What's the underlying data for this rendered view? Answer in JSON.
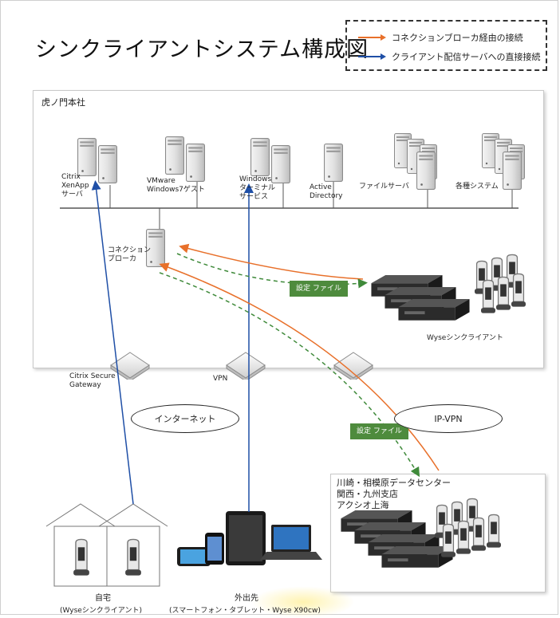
{
  "title": "シンクライアントシステム構成図",
  "legend": {
    "items": [
      {
        "label": "コネクションブローカ経由の接続",
        "color": "#e8702a"
      },
      {
        "label": "クライアント配信サーバへの直接接続",
        "color": "#1f4fa6"
      }
    ]
  },
  "hq": {
    "label": "虎ノ門本社",
    "servers": [
      {
        "label": "Citrix\nXenApp\nサーバ"
      },
      {
        "label": "VMware\nWindows7ゲスト"
      },
      {
        "label": "Windows\nターミナル\nサービス"
      },
      {
        "label": "Active\nDirectory"
      },
      {
        "label": "ファイルサーバ"
      },
      {
        "label": "各種システム"
      }
    ],
    "broker_label": "コネクション\nブローカ",
    "thin_client_label": "Wyseシンクライアント",
    "settings_badge": "設定\nファイル"
  },
  "gateways": [
    {
      "label": "Citrix Secure\nGateway"
    },
    {
      "label": "VPN"
    }
  ],
  "networks": {
    "internet": "インターネット",
    "ipvpn": "IP-VPN"
  },
  "settings_badge2": "設定\nファイル",
  "datacenter": {
    "lines": [
      "川崎・相模原データセンター",
      "関西・九州支店",
      "アクシオ上海"
    ]
  },
  "home": {
    "label": "自宅",
    "sublabel": "(Wyseシンクライアント)"
  },
  "mobile": {
    "label": "外出先",
    "sublabel": "(スマートフォン・タブレット・Wyse X90cw)"
  },
  "colors": {
    "orange": "#e8702a",
    "blue": "#1f4fa6",
    "green": "#3f8a3a",
    "badge": "#4e8b3d"
  }
}
